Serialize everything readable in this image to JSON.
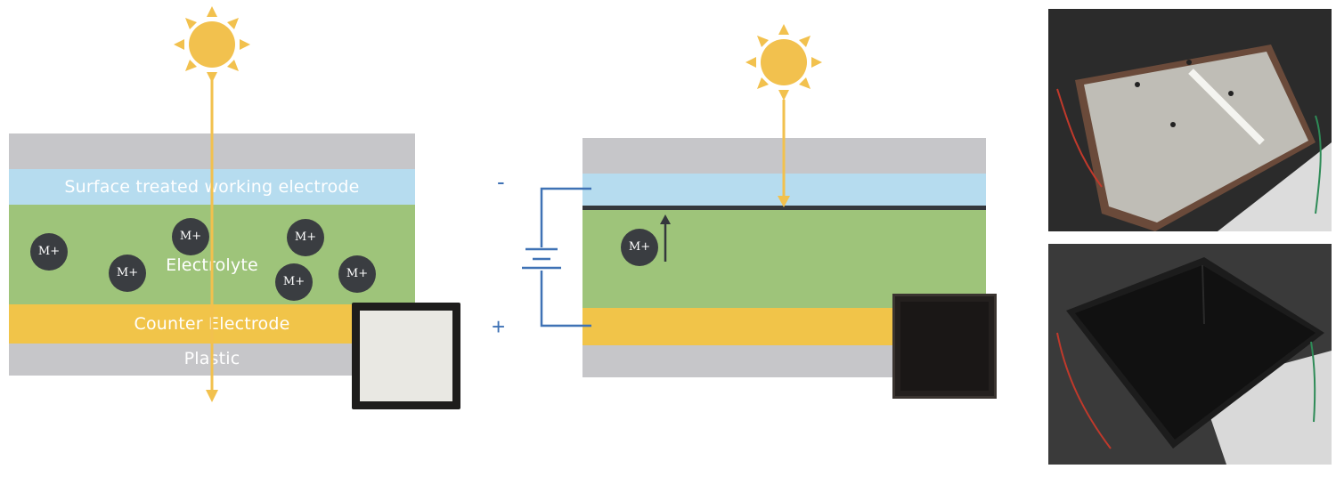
{
  "panel_left": {
    "layers": {
      "working_electrode": "Surface treated working electrode",
      "electrolyte": "Electrolyte",
      "counter_electrode": "Counter Electrode",
      "plastic": "Plastic"
    },
    "ion_label": "M+"
  },
  "panel_middle": {
    "ion_label": "M+",
    "minus_sign": "-",
    "plus_sign": "+"
  },
  "colors": {
    "glass_gray": "#c6c6c9",
    "working_electrode_blue": "#b6dcef",
    "electrolyte_green": "#9ec47a",
    "counter_electrode_yellow": "#f1c449",
    "plastic_gray": "#c6c6c9",
    "sun_yellow": "#f2c14e",
    "ion_dark": "#3a3d41",
    "circuit_blue": "#3f72b5"
  },
  "icons": [
    "sun-icon",
    "light-ray-arrow",
    "ion-icon",
    "battery-symbol"
  ]
}
